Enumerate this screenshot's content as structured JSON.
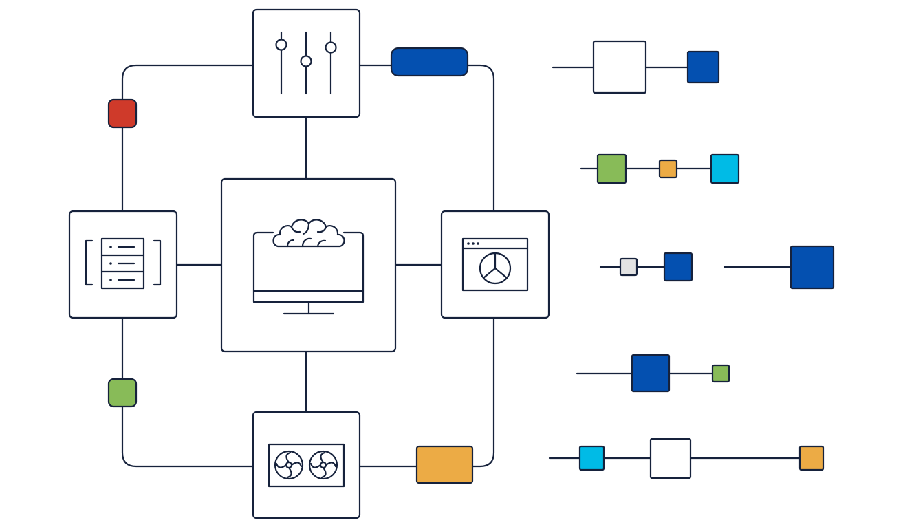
{
  "colors": {
    "stroke": "#16223c",
    "red": "#cf3a2a",
    "blue": "#0450b0",
    "green": "#88bb58",
    "orange": "#ecab45",
    "cyan": "#00bbe6",
    "gray": "#e3e3e3",
    "white": "#ffffff"
  },
  "nodes": {
    "center": {
      "icon": "monitor-brain-icon"
    },
    "top": {
      "icon": "sliders-icon"
    },
    "left": {
      "icon": "server-rack-icon"
    },
    "right": {
      "icon": "browser-pie-chart-icon"
    },
    "bottom": {
      "icon": "gpu-fans-icon"
    }
  },
  "connectors": {
    "left_top": {
      "color": "red"
    },
    "left_bottom": {
      "color": "green"
    },
    "top_right": {
      "color": "blue"
    },
    "bottom_right": {
      "color": "orange"
    }
  },
  "pipelines": [
    {
      "blocks": [
        "white",
        "blue"
      ]
    },
    {
      "blocks": [
        "green",
        "orange",
        "cyan"
      ]
    },
    {
      "blocks": [
        "gray",
        "blue"
      ]
    },
    {
      "blocks": [
        "blue"
      ]
    },
    {
      "blocks": [
        "blue",
        "green"
      ]
    },
    {
      "blocks": [
        "cyan",
        "white",
        "orange"
      ]
    }
  ]
}
